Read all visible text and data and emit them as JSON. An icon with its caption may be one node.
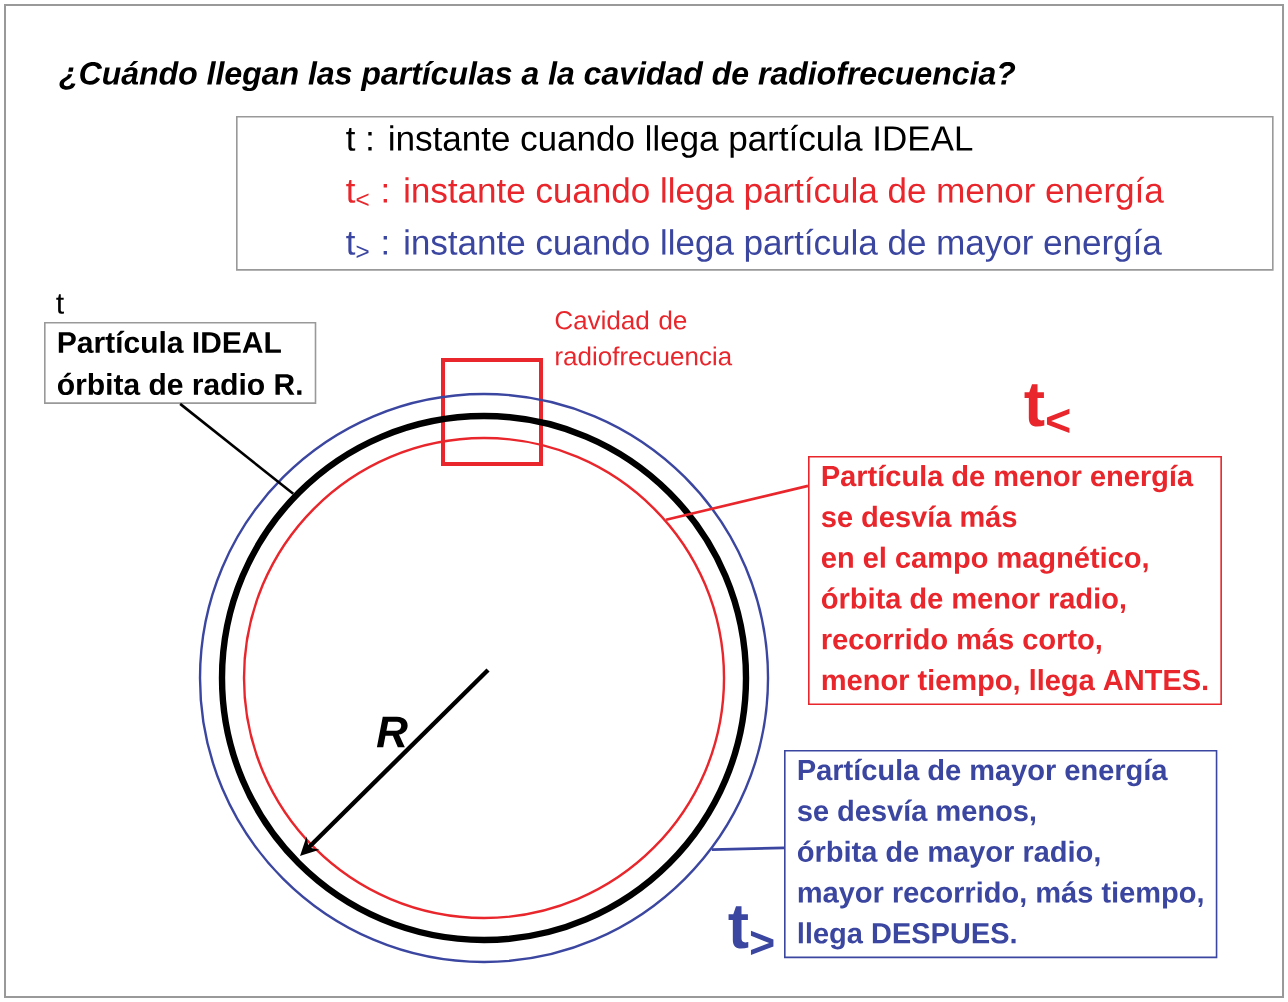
{
  "diagram": {
    "title": "¿Cuándo llegan las partículas a la cavidad de radiofrecuencia?",
    "nodes": [
      {
        "text": [
          "t  :  instante cuando llega partícula IDEAL",
          "t$_{<}$ : instante cuando llega partícula de menor energía",
          "t$_{>}$ : instante cuando llega partícula de mayor energía"
        ]
      },
      {
        "text": [
          "Partícula IDEAL",
          "órbita de radio R."
        ]
      },
      {
        "text": [],
        "shape": "box",
        "beside": [
          "Cavidad de radiofrecuencia"
        ]
      },
      {
        "text": [
          "Partícula de menor energía",
          "se desvía más",
          "en el campo magnético,",
          "órbita de menor radio,",
          "recorrido más corto,",
          "menor tiempo, llega ANTES."
        ]
      },
      {
        "text": [
          "Partícula de mayor energía",
          "se desvía menos,",
          "órbita de mayor radio,",
          "mayor recorrido, más tiempo,",
          "llega DESPUES."
        ]
      },
      {
        "text": [],
        "shape": "circle"
      },
      {
        "text": [],
        "shape": "circle",
        "in": 5
      },
      {
        "text": [],
        "shape": "circle",
        "in": 6
      }
    ],
    "edges": [
      {
        "from": 1,
        "to": 6,
        "arrow": "none"
      },
      {
        "from": 3,
        "to": 7,
        "arrow": "none",
        "color": "#e8262b"
      },
      {
        "from": 4,
        "to": 5,
        "arrow": "none",
        "color": "#3b46a0"
      }
    ],
    "labels": [
      "t",
      "t$_{<}$",
      "R",
      "t$_{>}$"
    ]
  }
}
